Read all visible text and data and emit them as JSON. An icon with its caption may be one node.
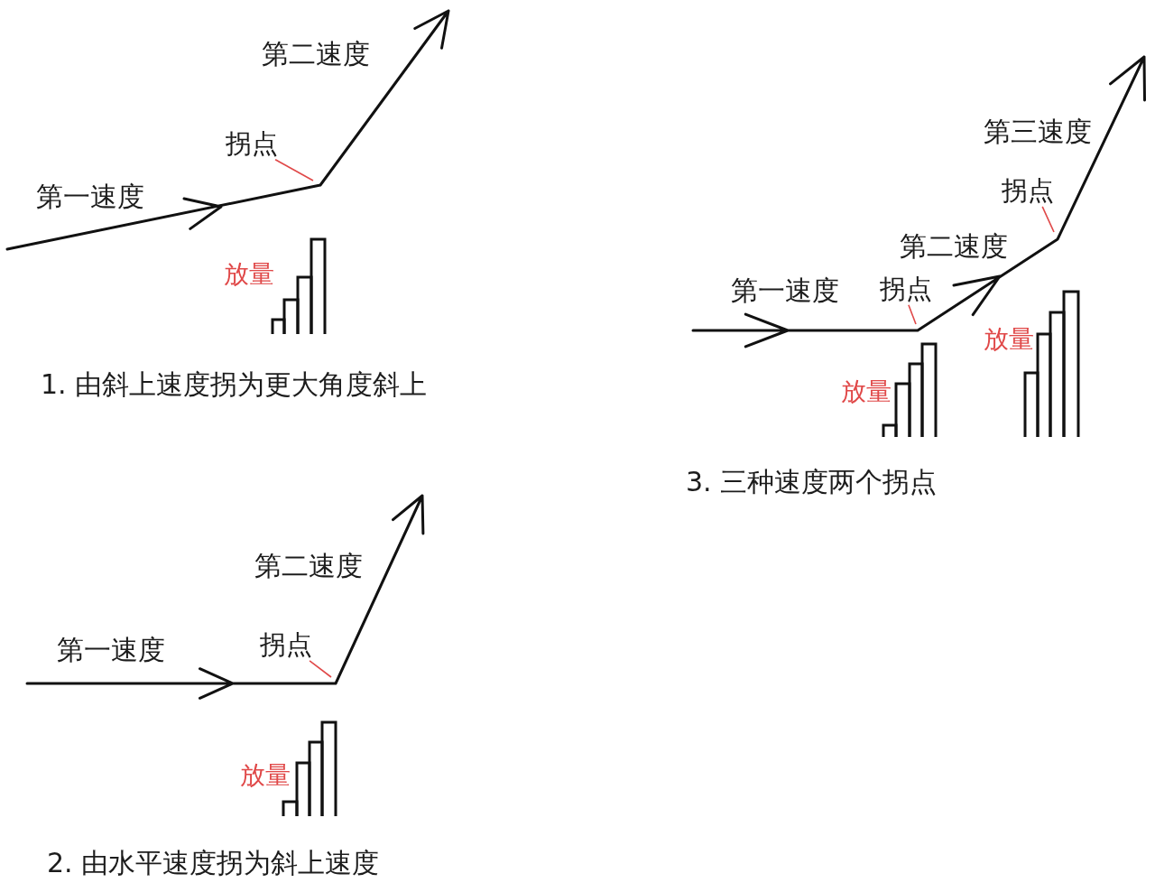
{
  "diagram": {
    "nodes": [
      {
        "text": [
          "拐点"
        ]
      },
      {
        "text": [
          "拐点"
        ]
      },
      {
        "text": [
          "拐点"
        ]
      },
      {
        "text": [
          "拐点"
        ]
      }
    ],
    "edges": [
      {
        "from": 0,
        "to": null,
        "arrow": "none"
      },
      {
        "from": 1,
        "to": null,
        "arrow": "none"
      },
      {
        "from": 2,
        "to": null,
        "arrow": "none"
      },
      {
        "from": 3,
        "to": null,
        "arrow": "none"
      }
    ],
    "labels": [
      "第二速度",
      "第一速度",
      "放量",
      "1. 由斜上速度拐为更大角度斜上",
      "第二速度",
      "第一速度",
      "放量",
      "2. 由水平速度拐为斜上速度",
      "第三速度",
      "第二速度",
      "第一速度",
      "放量",
      "放量",
      "3. 三种速度两个拐点"
    ]
  }
}
